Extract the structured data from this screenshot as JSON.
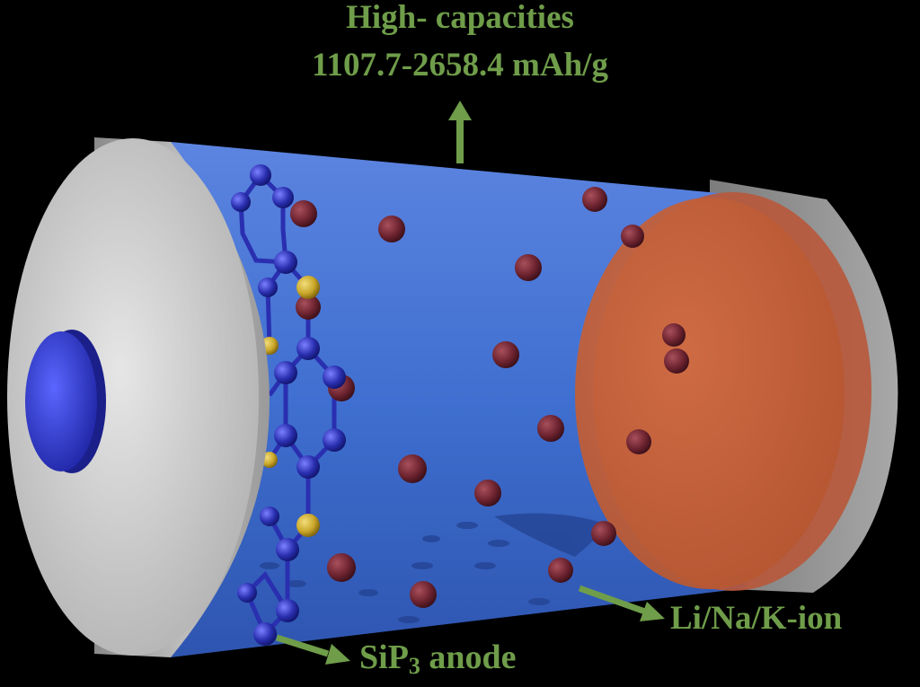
{
  "title": {
    "line1": "High- capacities",
    "line2": "1107.7-2658.4 mAh/g"
  },
  "labels": {
    "ion": "Li/Na/K-ion",
    "anode_main": "SiP",
    "anode_sub": "3",
    "anode_rest": " anode"
  },
  "colors": {
    "background": "#000000",
    "label_green": "#6f9d4a",
    "electrolyte_blue": "#3f6fd0",
    "casing_gray": "#a9a9a9",
    "cathode_orange": "#c8623a",
    "ion_maroon": "#6e2430",
    "si_atom_blue": "#2a2fb0",
    "p_atom_gold": "#c9a72a"
  }
}
